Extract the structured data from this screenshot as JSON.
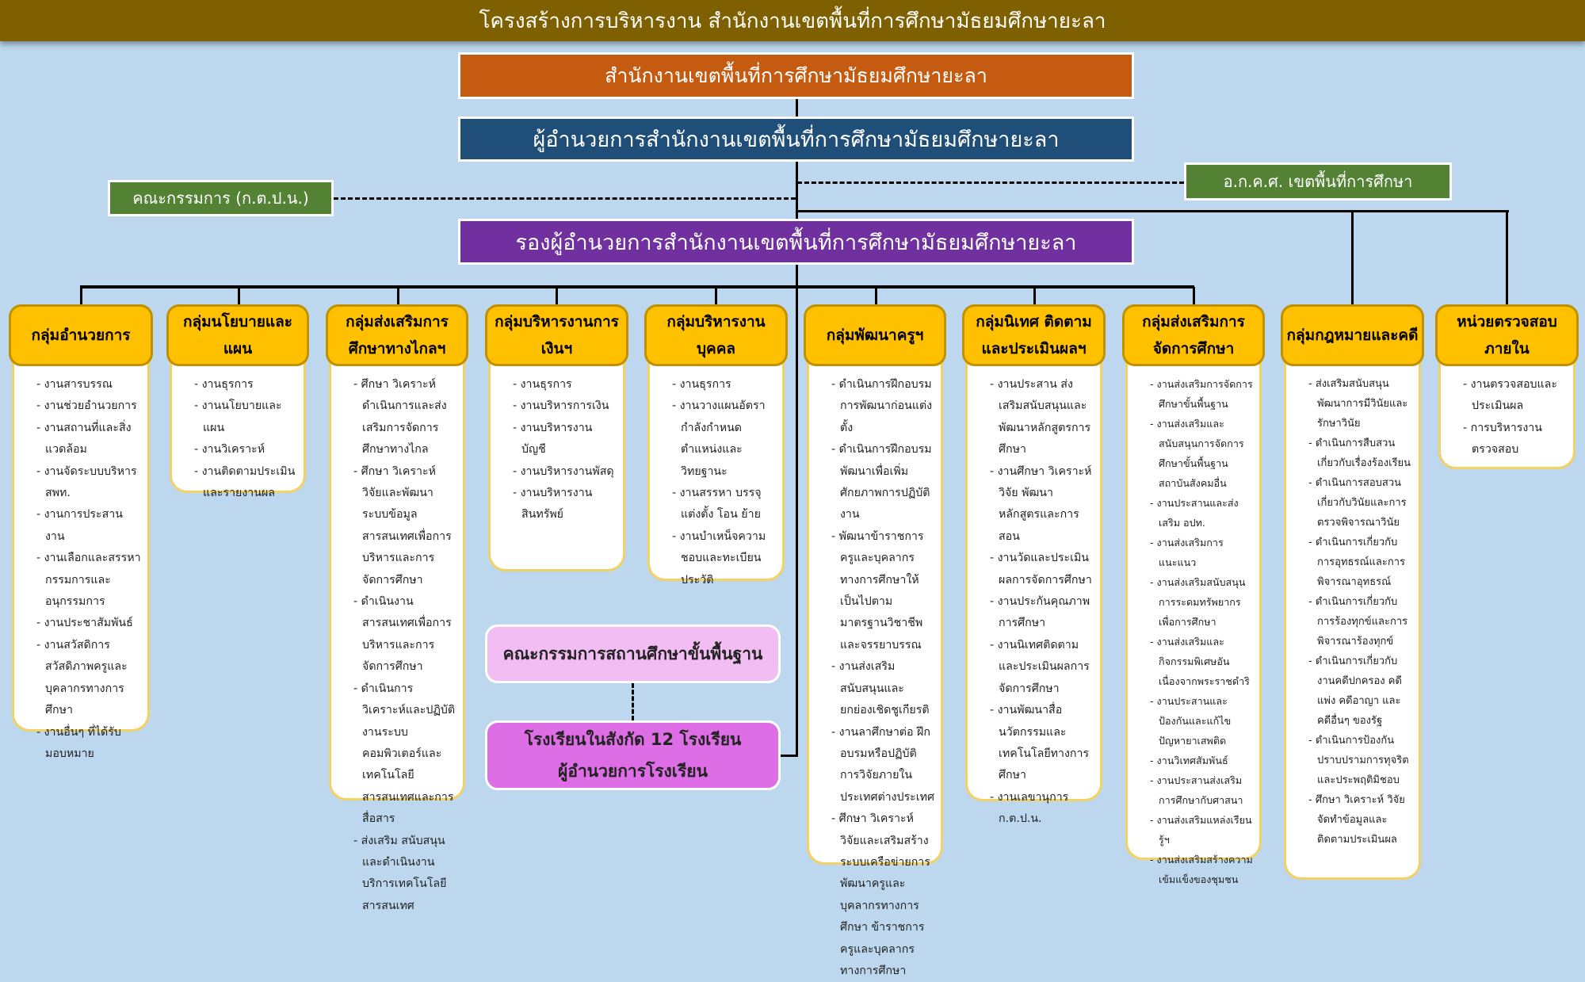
{
  "title": "โครงสร้างการบริหารงาน สำนักงานเขตพื้นที่การศึกษามัธยมศึกษายะลา",
  "office": "สำนักงานเขตพื้นที่การศึกษามัธยมศึกษายะลา",
  "director": "ผู้อำนวยการสำนักงานเขตพื้นที่การศึกษามัธยมศึกษายะลา",
  "deputy": "รองผู้อำนวยการสำนักงานเขตพื้นที่การศึกษามัธยมศึกษายะลา",
  "committee_left": "คณะกรรมการ (ก.ต.ป.น.)",
  "committee_right": "อ.ก.ค.ศ. เขตพื้นที่การศึกษา",
  "school_committee": "คณะกรรมการสถานศึกษาขั้นพื้นฐาน",
  "schools": {
    "line1": "โรงเรียนในสังกัด 12 โรงเรียน",
    "line2": "ผู้อำนวยการโรงเรียน"
  },
  "colors": {
    "title_bar": "#7f6000",
    "office": "#c55a11",
    "director": "#1f4e79",
    "deputy": "#7030a0",
    "committee": "#548235",
    "group_header": "#ffc000",
    "school_committee": "#f2bdf2",
    "schools": "#de6ee6",
    "background": "#bdd7ee"
  },
  "groups": [
    {
      "title": "กลุ่มอำนวยการ",
      "items": [
        "- งานสารบรรณ",
        "- งานช่วยอำนวยการ",
        "- งานสถานที่และสิ่งแวดล้อม",
        "- งานจัดระบบบริหาร สพท.",
        "- งานการประสานงาน",
        "- งานเลือกและสรรหากรรมการและอนุกรรมการ",
        "- งานประชาสัมพันธ์",
        "- งานสวัสดิการ สวัสดิภาพครูและบุคลากรทางการศึกษา",
        "- งานอื่นๆ ที่ได้รับมอบหมาย"
      ]
    },
    {
      "title": "กลุ่มนโยบายและแผน",
      "items": [
        "- งานธุรการ",
        "- งานนโยบายและแผน",
        "- งานวิเคราะห์",
        "- งานติดตามประเมินและรายงานผล"
      ]
    },
    {
      "title": "กลุ่มส่งเสริมการศึกษาทางไกลฯ",
      "items": [
        "- ศึกษา วิเคราะห์ ดำเนินการและส่งเสริมการจัดการศึกษาทางไกล",
        "- ศึกษา วิเคราะห์ วิจัยและพัฒนาระบบข้อมูลสารสนเทศเพื่อการบริหารและการจัดการศึกษา",
        "- ดำเนินงานสารสนเทศเพื่อการบริหารและการจัดการศึกษา",
        "- ดำเนินการวิเคราะห์และปฏิบัติงานระบบคอมพิวเตอร์และเทคโนโลยีสารสนเทศและการสื่อสาร",
        "- ส่งเสริม สนับสนุนและดำเนินงานบริการเทคโนโลยีสารสนเทศ"
      ]
    },
    {
      "title": "กลุ่มบริหารงานการเงินฯ",
      "items": [
        "- งานธุรการ",
        "- งานบริหารการเงิน",
        "- งานบริหารงานบัญชี",
        "- งานบริหารงานพัสดุ",
        "- งานบริหารงานสินทรัพย์"
      ]
    },
    {
      "title": "กลุ่มบริหารงานบุคคล",
      "items": [
        "- งานธุรการ",
        "- งานวางแผนอัตรากำลังกำหนดตำแหน่งและวิทยฐานะ",
        "- งานสรรหา บรรจุแต่งตั้ง โอน ย้าย",
        "- งานบำเหน็จความชอบและทะเบียนประวัติ"
      ]
    },
    {
      "title": "กลุ่มพัฒนาครูฯ",
      "items": [
        "- ดำเนินการฝึกอบรมการพัฒนาก่อนแต่งตั้ง",
        "- ดำเนินการฝึกอบรมพัฒนาเพื่อเพิ่มศักยภาพการปฏิบัติงาน",
        "- พัฒนาข้าราชการครูและบุคลากรทางการศึกษาให้เป็นไปตามมาตรฐานวิชาชีพและจรรยาบรรณ",
        "- งานส่งเสริมสนับสนุนและยกย่องเชิดชูเกียรติ",
        "- งานลาศึกษาต่อ ฝึกอบรมหรือปฏิบัติการวิจัยภายในประเทศต่างประเทศ",
        "- ศึกษา วิเคราะห์ วิจัยและเสริมสร้างระบบเครือข่ายการพัฒนาครูและบุคลากรทางการศึกษา ข้าราชการครูและบุคลากรทางการศึกษา"
      ]
    },
    {
      "title": "กลุ่มนิเทศ ติดตามและประเมินผลฯ",
      "items": [
        "- งานประสาน ส่งเสริมสนับสนุนและพัฒนาหลักสูตรการศึกษา",
        "- งานศึกษา วิเคราะห์ วิจัย พัฒนาหลักสูตรและการสอน",
        "- งานวัดและประเมินผลการจัดการศึกษา",
        "- งานประกันคุณภาพการศึกษา",
        "- งานนิเทศติดตามและประเมินผลการจัดการศึกษา",
        "- งานพัฒนาสื่อนวัตกรรมและเทคโนโลยีทางการศึกษา",
        "- งานเลขานุการ ก.ต.ป.น."
      ]
    },
    {
      "title": "กลุ่มส่งเสริมการจัดการศึกษา",
      "items": [
        "- งานส่งเสริมการจัดการศึกษาขั้นพื้นฐาน",
        "- งานส่งเสริมและสนับสนุนการจัดการศึกษาขั้นพื้นฐานสถาบันสังคมอื่น",
        "- งานประสานและส่งเสริม อปท.",
        "- งานส่งเสริมการแนะแนว",
        "- งานส่งเสริมสนับสนุนการระดมทรัพยากรเพื่อการศึกษา",
        "- งานส่งเสริมและกิจกรรมพิเศษอันเนื่องจากพระราชดำริ",
        "- งานประสานและป้องกันและแก้ไขปัญหายาเสพติด",
        "- งานวิเทศสัมพันธ์",
        "- งานประสานส่งเสริมการศึกษากับศาสนา",
        "- งานส่งเสริมแหล่งเรียนรู้ฯ",
        "- งานส่งเสริมสร้างความเข้มแข็งของชุมชน"
      ]
    },
    {
      "title": "กลุ่มกฎหมายและคดี",
      "items": [
        "- ส่งเสริมสนับสนุนพัฒนาการมีวินัยและรักษาวินัย",
        "- ดำเนินการสืบสวนเกี่ยวกับเรื่องร้องเรียน",
        "- ดำเนินการสอบสวนเกี่ยวกับวินัยและการตรวจพิจารณาวินัย",
        "- ดำเนินการเกี่ยวกับการอุทธรณ์และการพิจารณาอุทธรณ์",
        "- ดำเนินการเกี่ยวกับการร้องทุกข์และการพิจารณาร้องทุกข์",
        "- ดำเนินการเกี่ยวกับงานคดีปกครอง คดีแพ่ง คดีอาญา และคดีอื่นๆ ของรัฐ",
        "- ดำเนินการป้องกันปราบปรามการทุจริตและประพฤติมิชอบ",
        "- ศึกษา วิเคราะห์ วิจัย จัดทำข้อมูลและติดตามประเมินผล"
      ]
    },
    {
      "title": "หน่วยตรวจสอบภายใน",
      "items": [
        "- งานตรวจสอบและประเมินผล",
        "- การบริหารงานตรวจสอบ"
      ]
    }
  ]
}
